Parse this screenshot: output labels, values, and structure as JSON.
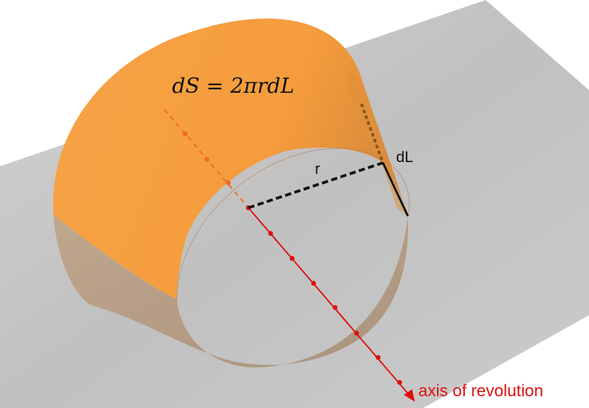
{
  "formula": "dS = 2πrdL",
  "labels": {
    "radius": "r",
    "slant_element": "dL",
    "axis": "axis of revolution"
  },
  "colors": {
    "surface": "#f59d3d",
    "plane": "#9a9a9a",
    "axis": "#dd1111",
    "dashed_radius": "#111111"
  }
}
